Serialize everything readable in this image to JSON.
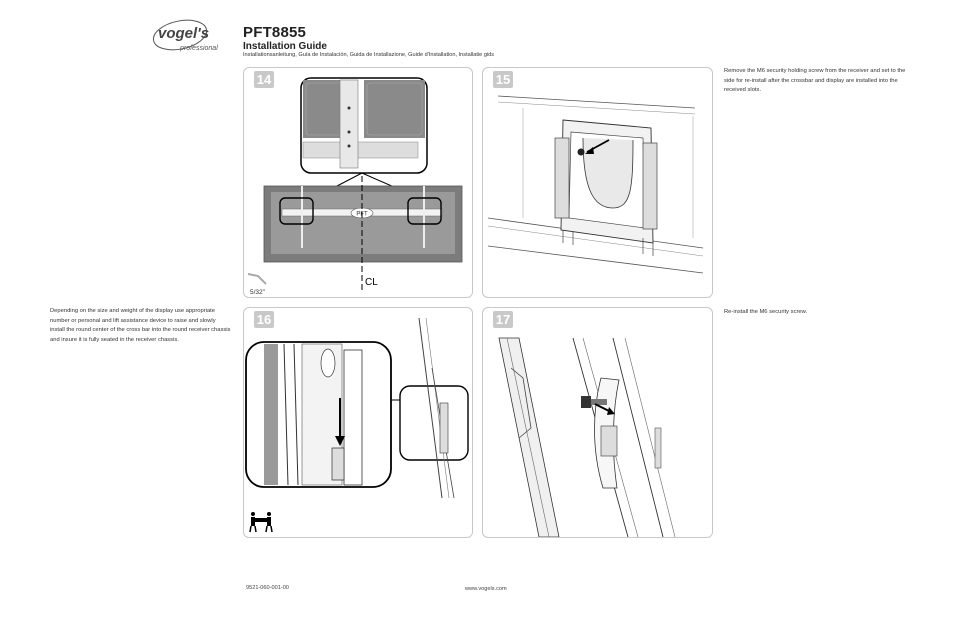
{
  "header": {
    "brand_name": "vogel's",
    "brand_sub": "professional",
    "model": "PFT8855",
    "title": "Installation Guide",
    "languages": "Installationsanleitung, Guía de Instalación, Guida de Installazione, Guide d'Installation, Installatie gids"
  },
  "steps": [
    {
      "number": "14",
      "tool_label": "5/32\"",
      "plate_label": "PFT",
      "center_label": "CL"
    },
    {
      "number": "15"
    },
    {
      "number": "16"
    },
    {
      "number": "17"
    }
  ],
  "notes": {
    "step15": "Remove the M6 security holding screw from the receiver and set to the side for re-install after the crossbar and display are installed into the received slots.",
    "step16": "Depending on the size and weight of the display use appropriate number or personal and lift assistance device to raise and slowly install the round center of the cross bar into the round receiver chassis and insure it is fully seated in the receiver chassis.",
    "step17": "Re-install the M6  security screw."
  },
  "footer": {
    "part_number": "9521-060-001-00",
    "website": "www.vogels.com"
  }
}
